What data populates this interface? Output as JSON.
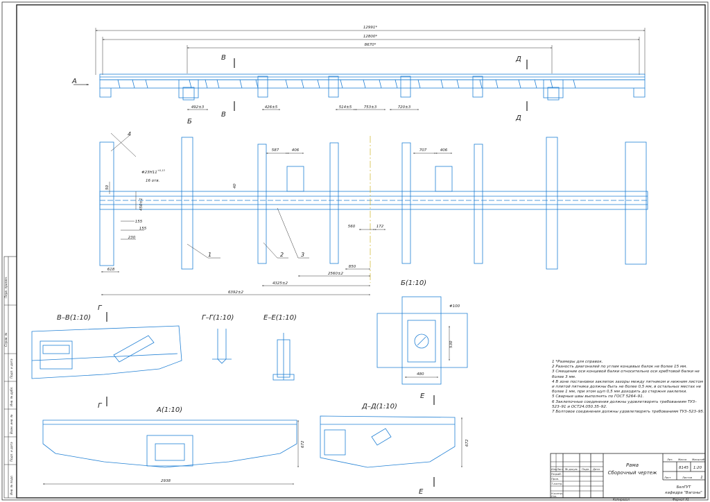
{
  "colors": {
    "part": "#1f7fd4",
    "line": "#2a2a2a",
    "dim": "#333333",
    "paper": "#ffffff"
  },
  "top_view": {
    "dims_overall": [
      "12991*",
      "12800*",
      "8670*"
    ],
    "dims_bottom": [
      "492±3",
      "426±5",
      "514±5",
      "753±3",
      "720±3"
    ],
    "section_marks": {
      "a": "А",
      "b": "Б",
      "v": "В",
      "d": "Д"
    }
  },
  "plan_view": {
    "dims_top": [
      "587",
      "406",
      "707",
      "406"
    ],
    "hole_label": "#23Н11",
    "hole_tol": "+0,13",
    "hole_count": "16 отв.",
    "dims_left": [
      "50",
      "40",
      "450±1",
      "75",
      "155",
      "230",
      "618"
    ],
    "dims_mid": [
      "560",
      "172"
    ],
    "dims_chain": [
      "850",
      "2560±2",
      "4325±2",
      "6392±2"
    ],
    "callouts": [
      "4",
      "1",
      "2",
      "3"
    ]
  },
  "sections": {
    "vv": "В–В(1:10)",
    "gg": "Г–Г(1:10)",
    "ee": "Е–Е(1:10)",
    "b": "Б(1:10)",
    "a": "А(1:10)",
    "dd": "Д–Д(1:10)",
    "g_mark": "Г",
    "e_mark": "Е",
    "b_dims": [
      "#100",
      "480",
      "530"
    ],
    "a_dims": [
      "2938",
      "672"
    ],
    "dd_dims": [
      "672"
    ]
  },
  "notes": [
    "1  *Размеры для справок.",
    "2  Разность диагоналей по углам концевых балок не более 15 мм.",
    "3  Смещение оси концевой балки относительно оси хребтовой балки не более 3 мм.",
    "4  В зоне постановки заклепок зазоры между пятником и нижним листом и плитой пятника должны быть не более 0,5 мм, в остальных местах не более 1 мм, при этом щуп 0,5 мм доходить до стержня заклепки.",
    "5  Сварные швы выполнять по ГОСТ 5264–91.",
    "6  Заклепочные соединения должны удовлетворять требованиям ТУ3–523–91 и ОСТ24.050.35–92.",
    "7  Болтовое соединения должны удовлетворять требованиям ТУ3–523–95."
  ],
  "title_block": {
    "name": "Рама",
    "doc_type": "Сборочный чертеж",
    "mass": "8145",
    "scale": "1:20",
    "org1": "БелГУТ",
    "org2": "кафедра \"Вагоны\"",
    "sheet_label": "Лист",
    "sheets_label": "Листов",
    "sheets": "1",
    "col_lit": "Лит.",
    "col_mass": "Масса",
    "col_scale": "Масштаб",
    "row_labels": [
      "Изм.",
      "Лист",
      "№ докум.",
      "Подп.",
      "Дата"
    ],
    "people_labels": [
      "Разраб.",
      "Пров.",
      "Т.контр.",
      "Н.контр.",
      "Утв."
    ],
    "copied": "Копировал",
    "format": "Формат  А1"
  },
  "side_strip": [
    "Перв. примен.",
    "Справ. №",
    "Подп. и дата",
    "Инв. № дубл.",
    "Взам. инв. №",
    "Подп. и дата",
    "Инв. № подл."
  ]
}
